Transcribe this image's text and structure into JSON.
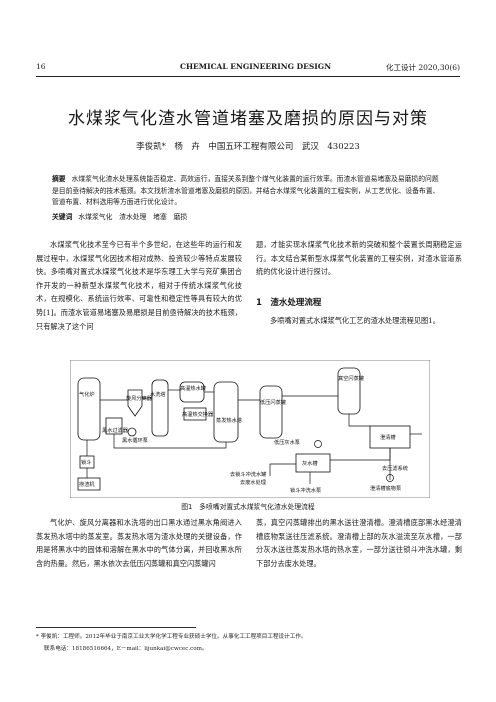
{
  "header": {
    "page_number": "16",
    "journal": "CHEMICAL ENGINEERING DESIGN",
    "issue": "化工设计 2020,30(6)"
  },
  "title": "水煤浆气化渣水管道堵塞及磨损的原因与对策",
  "authors_line": "李俊凯*　杨　卉　中国五环工程有限公司　武汉　430223",
  "abstract": {
    "label": "摘要",
    "text": "水煤浆气化渣水处理系统能否稳定、高效运行，直接关系到整个煤气化装置的运行效率。而渣水管道易堵塞及易磨损的问题是目前亟待解决的技术瓶颈。本文找析渣水管道堵塞及磨损的原因，并结合水煤浆气化装置的工程实例，从工艺优化、设备布置、管道布置、材料选用等方面进行优化设计。"
  },
  "keywords": {
    "label": "关键词",
    "text": "水煤浆气化　渣水处理　堵塞　磨损"
  },
  "body": {
    "left_para": "水煤浆气化技术至今已有半个多世纪，在这些年的运行和发展过程中，水煤浆气化因技术相对成熟、投资较少等特点发展较快。多喷嘴对置式水煤浆气化技术是华东理工大学与兖矿集团合作开发的一种新型水煤浆气化技术，相对于传统水煤浆气化技术，在规模化、系统运行效率、可靠性和稳定性等具有较大的优势[1]。而渣水管道易堵塞及易磨损是目前亟待解决的技术瓶颈，只有解决了这个问",
    "right_para": "题，才能实现水煤浆气化技术新的突破和整个装置长周期稳定运行。本文结合某新型水煤浆气化装置的工程实例，对渣水管道系统的优化设计进行探讨。",
    "section_heading": "1　渣水处理流程",
    "right_para2": "多喷嘴对置式水煤浆气化工艺的渣水处理流程见图1。",
    "bottom_left": "气化炉、旋风分离器和水洗塔的出口黑水通过黑水角阀进入蒸发热水塔中的蒸发室。蒸发热水塔为渣水处理的关键设备，作用是将黑水中的固体和溶解在黑水中的气体分离，并回收黑水所含的热量。然后，黑水依次去低压闪蒸罐和真空闪蒸罐闪",
    "bottom_right": "蒸，真空闪蒸罐排出的黑水送往澄清槽。澄清槽底部黑水经澄清槽底物泵送往压滤系统。澄清槽上部的灰水溢流至灰水槽，一部分灰水送往蒸发热水塔的热水室，一部分送往锁斗冲洗水罐，剩下部分去废水处理。"
  },
  "figure": {
    "caption": "图1　多喷嘴对置式水煤浆气化渣水处理流程",
    "labels": {
      "gasifier": "气化炉",
      "cyclone": "旋风分离器",
      "scrubber": "水洗塔",
      "evap_hot_tower": "蒸发热水塔",
      "high_temp_hot_water_tank": "高温热水罐",
      "high_temp_heat_exchanger": "高温热交换器",
      "low_pressure_flash": "低压闪蒸罐",
      "vacuum_flash": "真空闪蒸罐",
      "clarifier": "澄清槽",
      "grey_water_tank": "灰水槽",
      "slag_lock_hopper": "锁斗",
      "slag_dragger": "捞渣机",
      "black_water_filter": "黑水过滤器",
      "black_water_circ_pump": "黑水循环泵",
      "low_pressure_grey_water_pump": "低压灰水泵",
      "lock_hopper_flush_tank": "去锁斗冲洗水罐",
      "wastewater": "去废水处理",
      "ash_water_to_gasifier": "锁斗冲洗水泵",
      "filter_press_system": "去压滤系统",
      "clarifier_bottom_pump": "澄清槽底物泵"
    }
  },
  "footnote": {
    "line1": "* 李俊凯：工程师。2012年毕业于南京工业大学化学工程专业获硕士学位。从事化工工程项目工程设计工作。",
    "line2": "联系电话：18186516664，E－mail：lijunkai@cwcec.com。"
  }
}
